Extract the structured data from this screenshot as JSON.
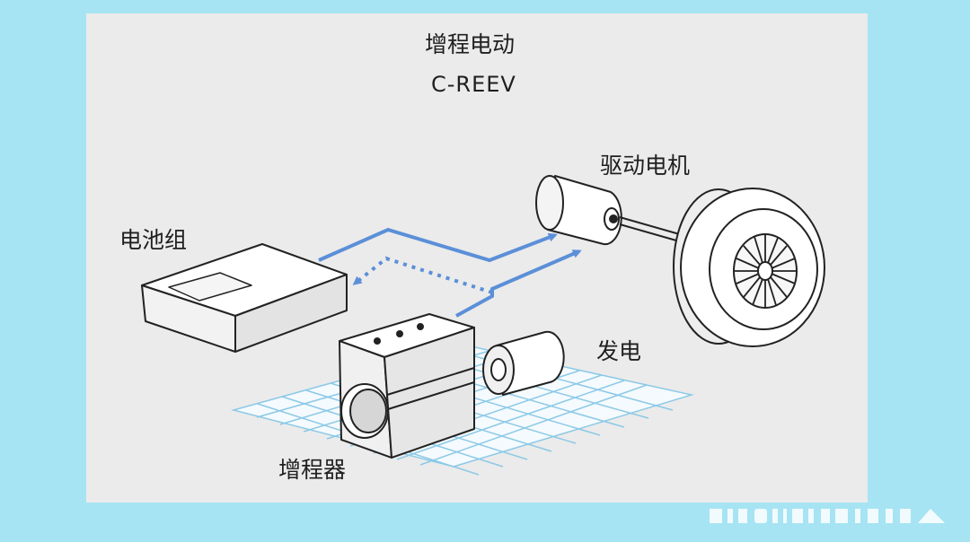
{
  "diagram": {
    "title": "增程电动",
    "subtitle": "C-REEV",
    "labels": {
      "drive_motor": "驱动电机",
      "battery_pack": "电池组",
      "generator": "发电",
      "range_extender": "增程器"
    }
  },
  "colors": {
    "background": "#a6e4f3",
    "panel": "#ebebeb",
    "flow_arrow": "#5b8fd8",
    "grid": "#8cc9e6",
    "outline": "#222222"
  },
  "icons": [
    "battery-pack-icon",
    "range-extender-engine-icon",
    "generator-icon",
    "drive-motor-icon",
    "wheel-icon",
    "ground-grid"
  ]
}
